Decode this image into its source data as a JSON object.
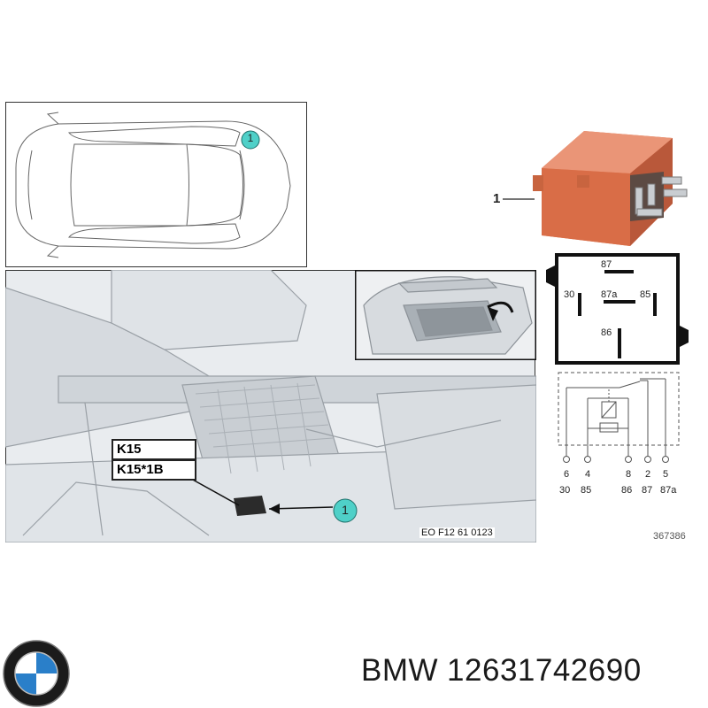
{
  "callouts": {
    "car_top": "1",
    "engine_bay": "1",
    "part": "1"
  },
  "fuse_labels": [
    "K15",
    "K15*1B"
  ],
  "drawing_code": "EO F12 61 0123",
  "image_number": "367386",
  "relay_terminals": {
    "t87": "87",
    "t30": "30",
    "t87a": "87a",
    "t85": "85",
    "t86": "86"
  },
  "schematic_pins": [
    {
      "num": "6",
      "term": "30"
    },
    {
      "num": "4",
      "term": "85"
    },
    {
      "num": "8",
      "term": "86"
    },
    {
      "num": "2",
      "term": "87"
    },
    {
      "num": "5",
      "term": "87a"
    }
  ],
  "brand": {
    "name": "BMW",
    "part_number": "12631742690"
  },
  "colors": {
    "relay_orange": "#e07a52",
    "callout_teal": "#4fd0c8",
    "line_gray": "#9aa0a6"
  }
}
